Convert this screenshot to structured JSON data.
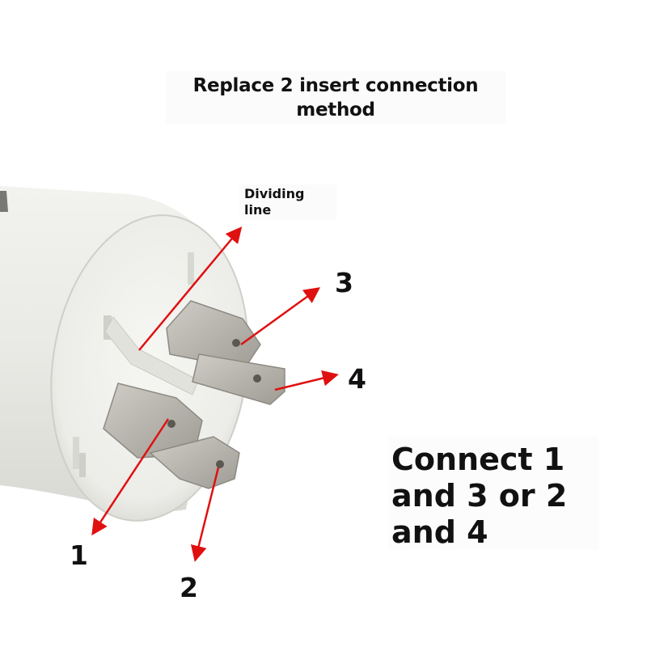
{
  "title": {
    "line1": "Replace 2 insert connection",
    "line2": "method"
  },
  "dividing_line_label": {
    "line1": "Dividing",
    "line2": "line"
  },
  "terminal_labels": [
    "1",
    "2",
    "3",
    "4"
  ],
  "instruction": {
    "line1": "Connect 1",
    "line2": "and 3 or 2",
    "line3": "and 4"
  },
  "colors": {
    "arrow": "#e01010",
    "capacitor_body": "#eeeeeb",
    "terminal_metal": "#b9b8b0"
  }
}
